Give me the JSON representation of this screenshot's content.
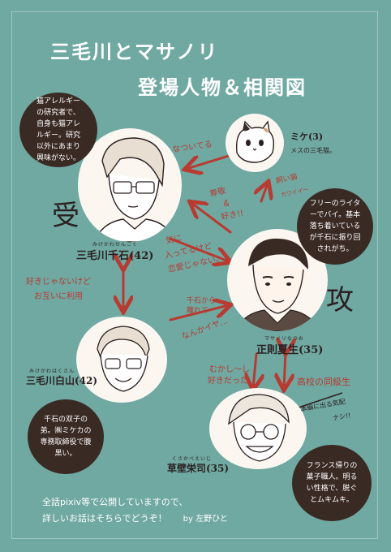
{
  "title": {
    "line1": "三毛川とマサノリ",
    "line2": "登場人物＆相関図"
  },
  "characters": {
    "chitose": {
      "ruby": "みけかわせんごく",
      "name": "三毛川千石(42)",
      "desc": "猫アレルギーの研究者で、自身も猫アレルギー。研究以外にあまり興味がない。",
      "mark": "受"
    },
    "natsuo": {
      "ruby": "マサノリなつお",
      "name": "正則夏生(35)",
      "desc": "フリーのライターでバイ。基本落ち着いているが千石に振り回されがち。",
      "mark": "攻"
    },
    "shirayama": {
      "ruby": "みけかわはくさん",
      "name": "三毛川白山(42)",
      "desc": "千石の双子の弟。㈱ミケカの専務取締役で腹黒い。"
    },
    "eiji": {
      "ruby": "くさかべえいじ",
      "name": "草壁栄司(35)",
      "desc": "フランス帰りの菓子職人。明るい性格で、脱ぐとムキムキ。"
    },
    "cat": {
      "name": "ミケ(3)",
      "desc": "メスの三毛猫。"
    }
  },
  "relations": {
    "natsuiteru": "なついてる",
    "sonkei": "尊敬",
    "amp": "＆",
    "suki": "好き!!",
    "kaineko": "飼い猫",
    "kawaii": "カワイイ〜",
    "ki_ni": "気に",
    "haitteru": "入ってるけど",
    "renai": "恋愛じゃない。",
    "sukijanai1": "好きじゃないけど",
    "sukijanai2": "お互いに利用",
    "chitose_kara": "千石から",
    "hanarete": "離れて",
    "nanka_iya": "なんかイヤ…",
    "mukashi": "むかし〜し",
    "sukidatta": "好きだった",
    "koukou": "高校の同級生",
    "honpen1": "本編に出る気配",
    "honpen2": "ナシ!!"
  },
  "footer": {
    "line1": "全話pixiv等で公開していますので、",
    "line2": "詳しいお話はそちらでどうぞ！",
    "author": "by 左野ひと"
  },
  "colors": {
    "background": "#6fa9a2",
    "bubble": "#3a2a24",
    "arrow": "#b83a30",
    "circle": "#fbf7f0"
  }
}
